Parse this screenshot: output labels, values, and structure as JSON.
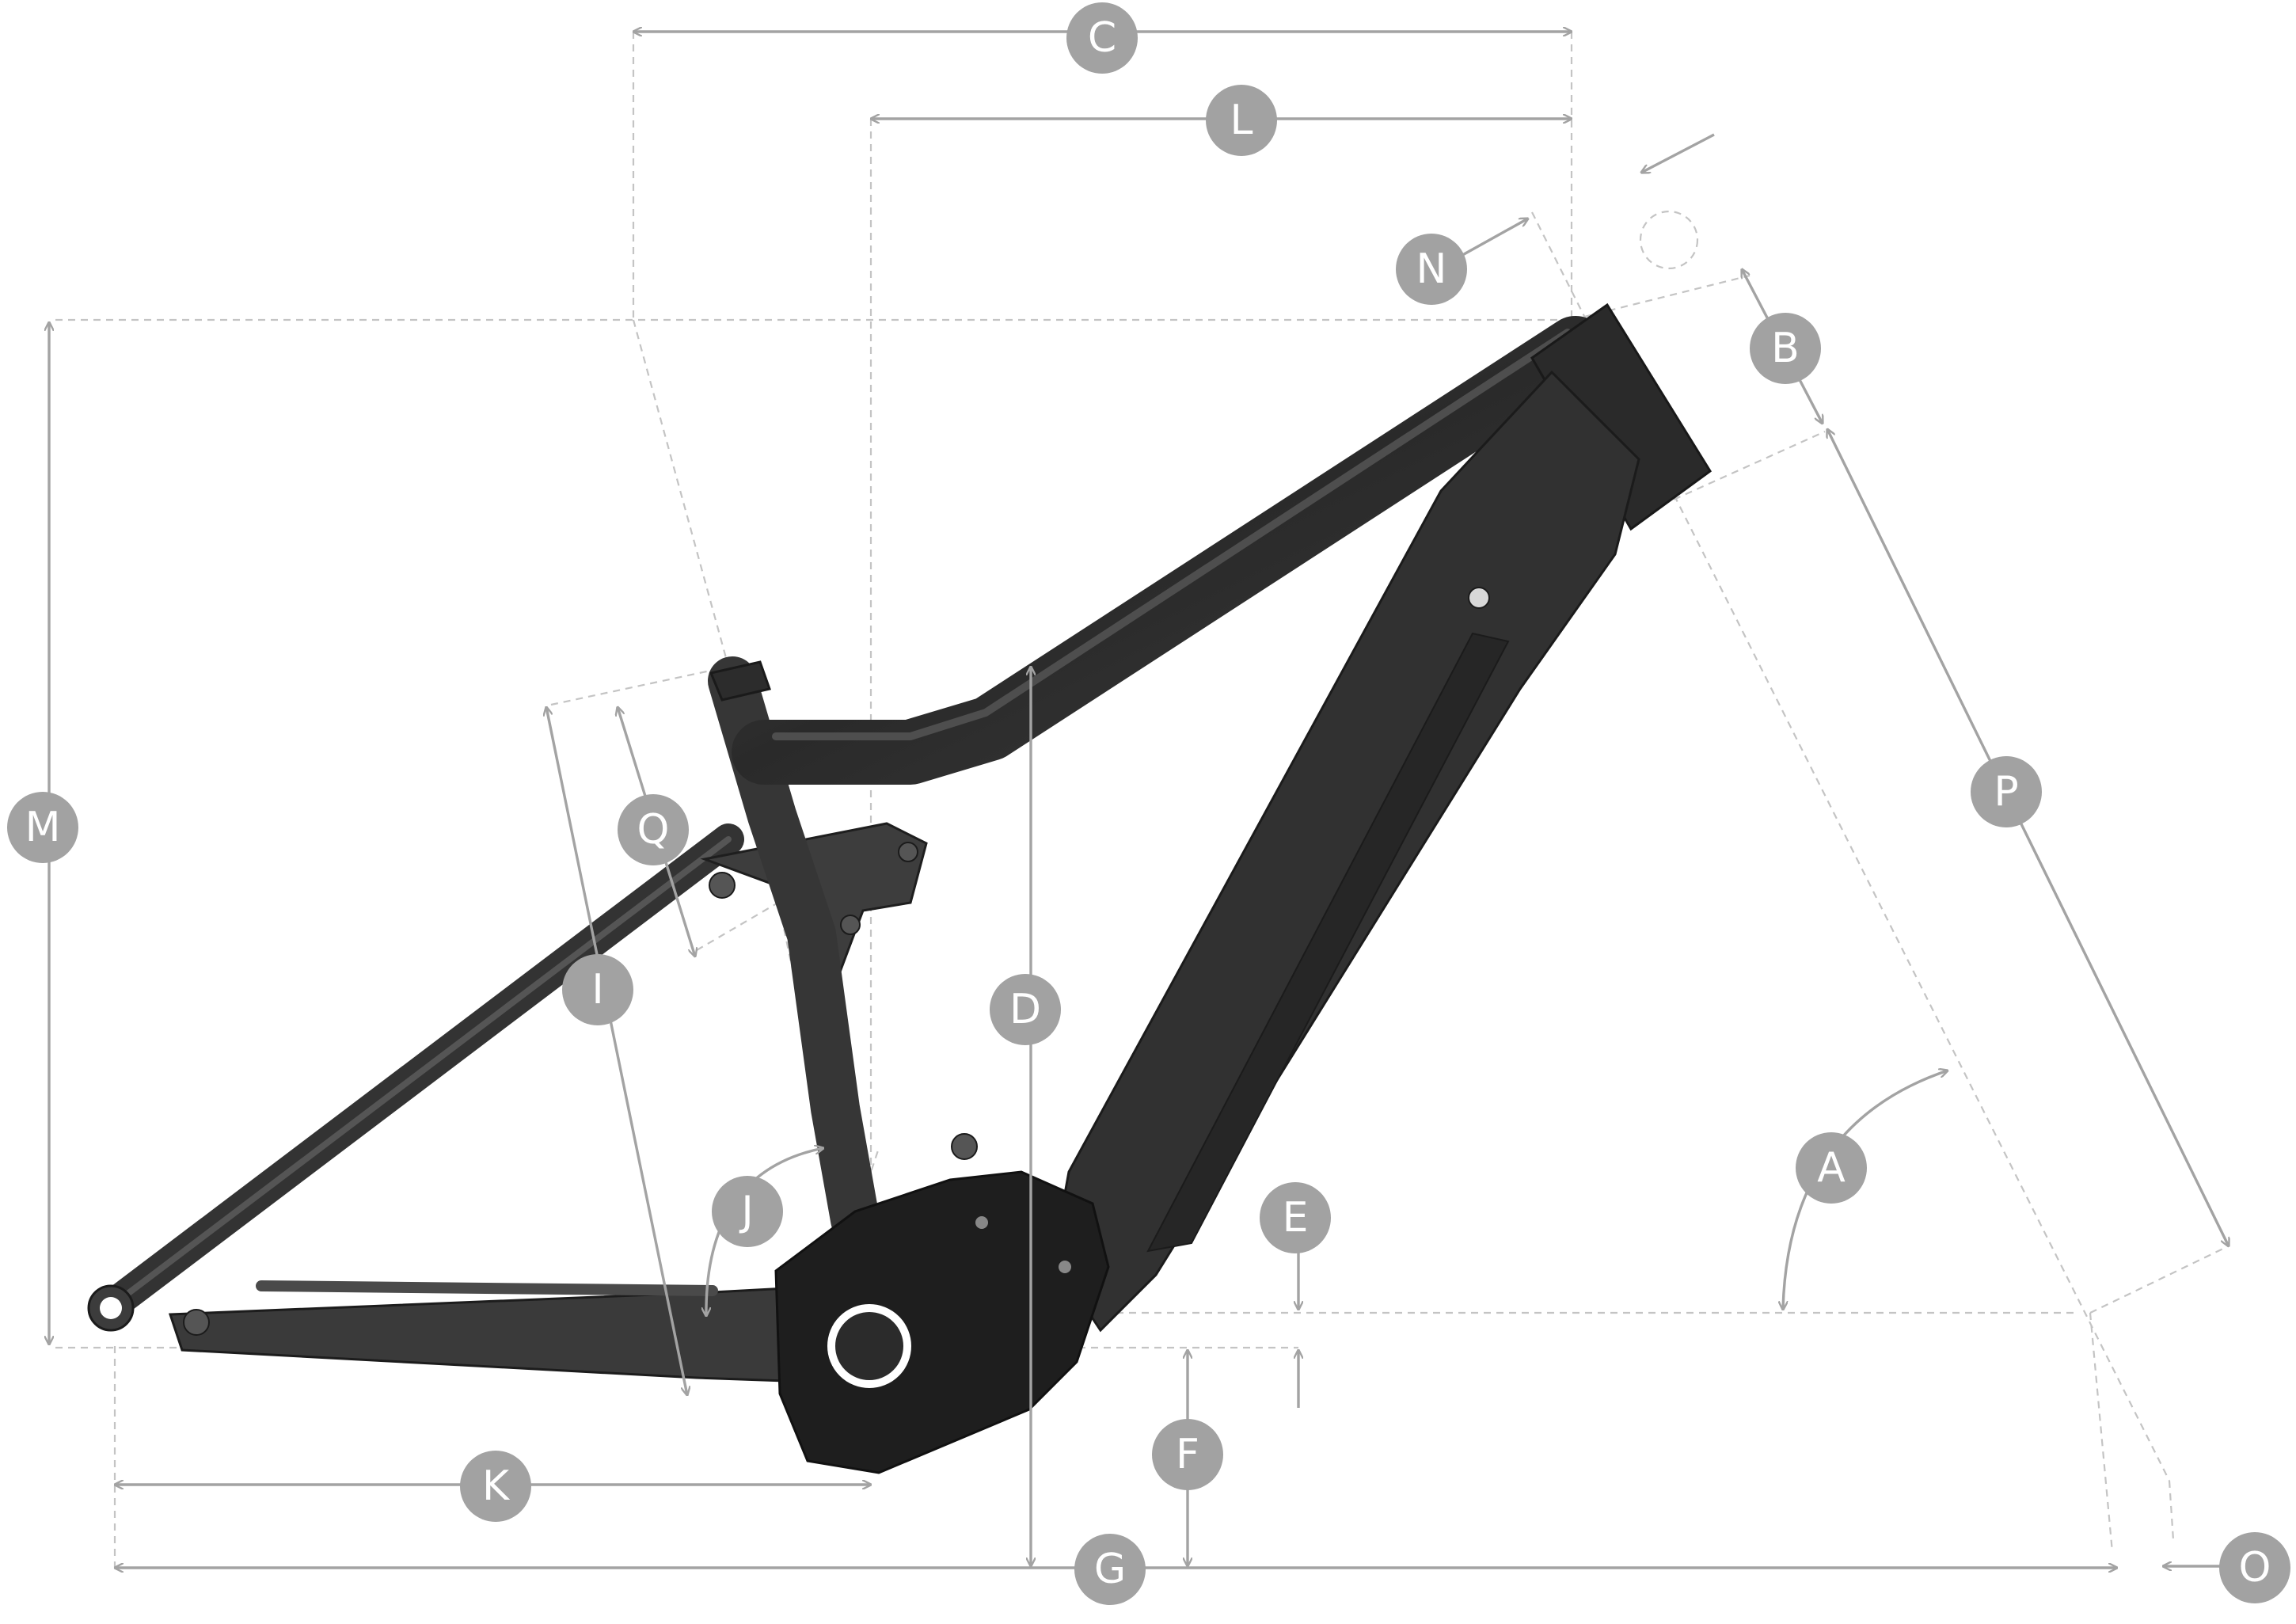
{
  "colors": {
    "badge_fill": "#a2a2a2",
    "badge_text": "#ffffff",
    "dimension_line": "#a3a3a3",
    "guide_line": "#c4c4c4",
    "frame": "#2e2e2e"
  },
  "labels": {
    "A": "A",
    "B": "B",
    "C": "C",
    "D": "D",
    "E": "E",
    "F": "F",
    "G": "G",
    "I": "I",
    "J": "J",
    "K": "K",
    "L": "L",
    "M": "M",
    "N": "N",
    "O": "O",
    "P": "P",
    "Q": "Q"
  }
}
